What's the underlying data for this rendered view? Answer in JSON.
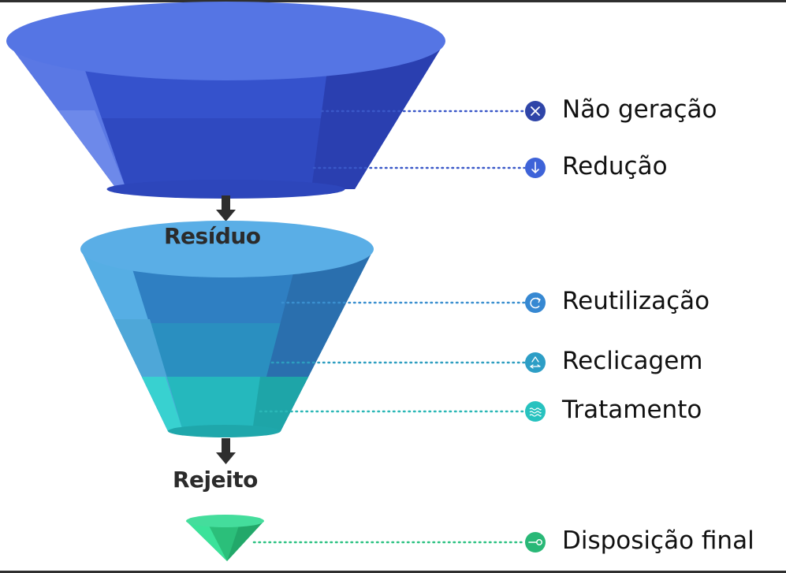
{
  "colors": {
    "dark_blue": "#3c5ad4",
    "mid_blue": "#3f8ed4",
    "teal": "#2cc0c4",
    "green": "#2fd48a",
    "arrow": "#2e2e2e"
  },
  "flow": {
    "residue_label": "Resíduo",
    "reject_label": "Rejeito"
  },
  "steps": [
    {
      "label": "Não geração",
      "icon": "x-icon"
    },
    {
      "label": "Redução",
      "icon": "arrow-down-icon"
    },
    {
      "label": "Reutilização",
      "icon": "refresh-icon"
    },
    {
      "label": "Reclicagem",
      "icon": "recycle-icon"
    },
    {
      "label": "Tratamento",
      "icon": "waves-icon"
    },
    {
      "label": "Disposição final",
      "icon": "key-icon"
    }
  ]
}
